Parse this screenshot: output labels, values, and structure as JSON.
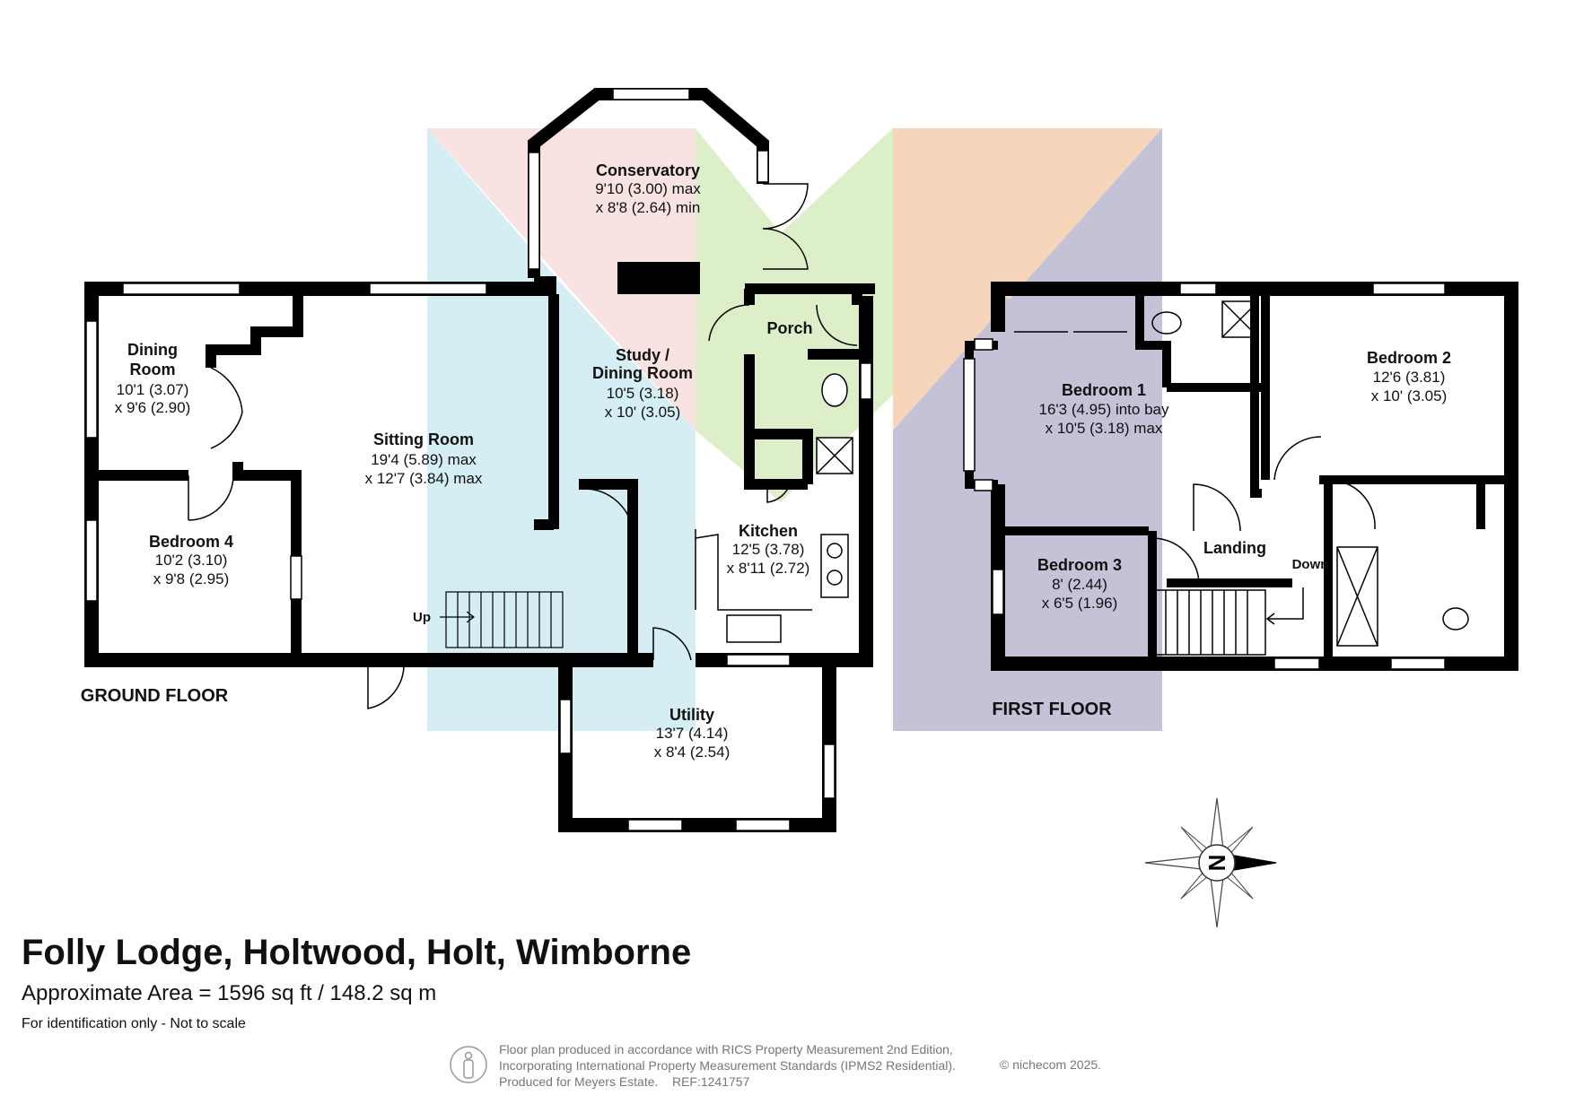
{
  "ground_floor": {
    "label": "GROUND FLOOR",
    "rooms": [
      {
        "id": "conservatory",
        "name": "Conservatory",
        "lines": [
          "9'10 (3.00) max",
          "x 8'8 (2.64) min"
        ]
      },
      {
        "id": "porch",
        "name": "Porch",
        "lines": []
      },
      {
        "id": "dining-room",
        "name": "Dining\nRoom",
        "lines": [
          "10'1 (3.07)",
          "x 9'6 (2.90)"
        ]
      },
      {
        "id": "study",
        "name": "Study /\nDining Room",
        "lines": [
          "10'5 (3.18)",
          "x 10' (3.05)"
        ]
      },
      {
        "id": "sitting-room",
        "name": "Sitting Room",
        "lines": [
          "19'4 (5.89) max",
          "x 12'7 (3.84) max"
        ]
      },
      {
        "id": "bedroom-4",
        "name": "Bedroom 4",
        "lines": [
          "10'2 (3.10)",
          "x 9'8 (2.95)"
        ]
      },
      {
        "id": "kitchen",
        "name": "Kitchen",
        "lines": [
          "12'5 (3.78)",
          "x 8'11 (2.72)"
        ]
      },
      {
        "id": "utility",
        "name": "Utility",
        "lines": [
          "13'7 (4.14)",
          "x 8'4 (2.54)"
        ]
      }
    ],
    "stairs_label": "Up"
  },
  "first_floor": {
    "label": "FIRST FLOOR",
    "rooms": [
      {
        "id": "bedroom-1",
        "name": "Bedroom 1",
        "lines": [
          "16'3 (4.95) into bay",
          "x 10'5 (3.18) max"
        ]
      },
      {
        "id": "bedroom-2",
        "name": "Bedroom 2",
        "lines": [
          "12'6 (3.81)",
          "x 10' (3.05)"
        ]
      },
      {
        "id": "bedroom-3",
        "name": "Bedroom 3",
        "lines": [
          "8' (2.44)",
          "x 6'5 (1.96)"
        ]
      },
      {
        "id": "landing",
        "name": "Landing",
        "lines": []
      }
    ],
    "stairs_label": "Down"
  },
  "compass": {
    "letter": "N",
    "icon": "compass-rose-icon"
  },
  "title": "Folly Lodge, Holtwood, Holt, Wimborne",
  "area": "Approximate Area = 1596 sq ft / 148.2 sq m",
  "identification": "For identification only - Not to scale",
  "footer": {
    "lines": [
      "Floor plan produced in accordance with RICS Property Measurement 2nd Edition,",
      "Incorporating International Property Measurement Standards (IPMS2 Residential).",
      "Produced for Meyers Estate.    REF:1241757"
    ],
    "copyright": "© nichecom 2025.",
    "icon": "person-icon"
  },
  "colors": {
    "wall": "#000000",
    "zone_blue": "#d4eef3",
    "zone_pink": "#f9e2e2",
    "zone_green": "#ddefc9",
    "zone_peach": "#f7d5bb",
    "zone_lavender": "#c4c2d6",
    "footer_text": "#777777"
  }
}
